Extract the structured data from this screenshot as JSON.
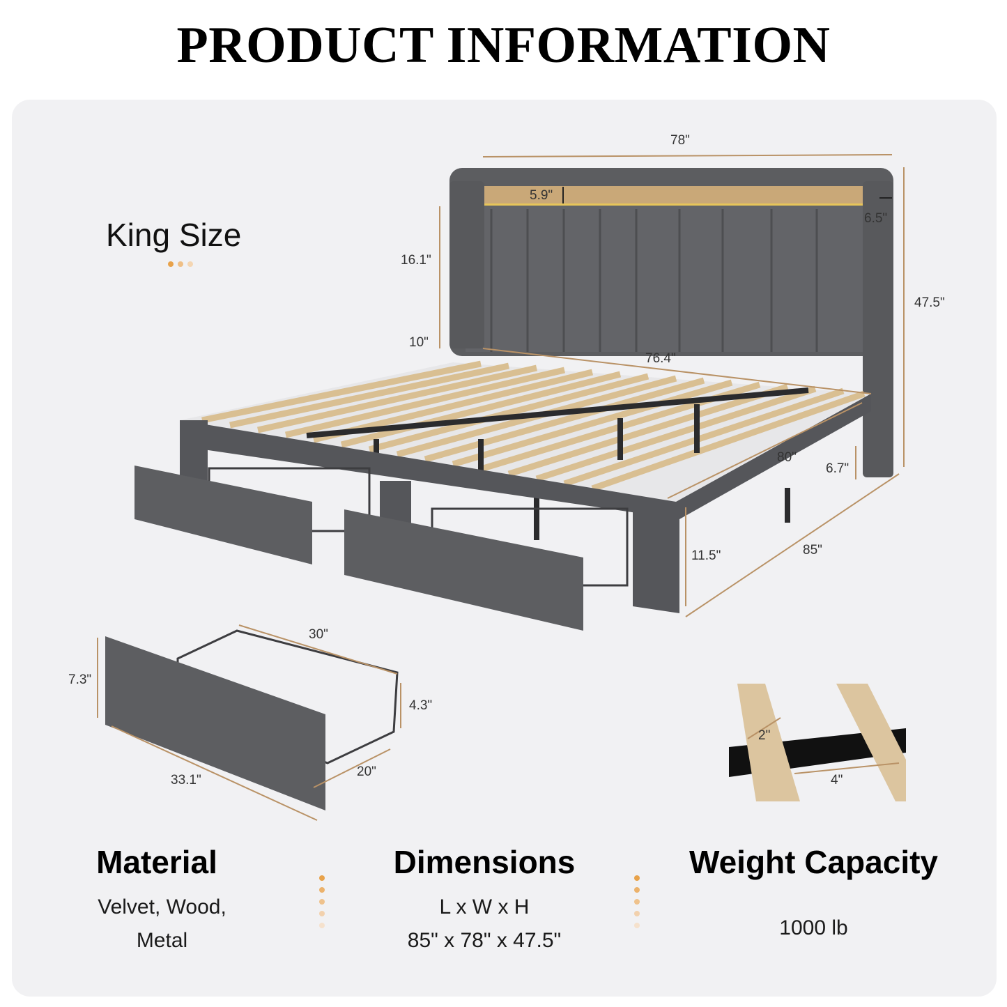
{
  "title": "PRODUCT INFORMATION",
  "size_label": "King Size",
  "colors": {
    "accent": "#e8a24a",
    "fabric": "#5c5d60",
    "wood": "#d9bf92",
    "panel": "#f1f1f3",
    "dimension_line": "#b99266"
  },
  "bed_dimensions": {
    "width": "78\"",
    "shelf_height": "5.9\"",
    "wing_depth": "6.5\"",
    "headboard_panel": "16.1\"",
    "headboard_gap": "10\"",
    "total_height": "47.5\"",
    "inner_width": "76.4\"",
    "inner_length": "80\"",
    "side_clearance": "6.7\"",
    "frame_height": "11.5\"",
    "length": "85\""
  },
  "drawer_dimensions": {
    "length": "30\"",
    "front_height": "7.3\"",
    "basket_height": "4.3\"",
    "front_width": "33.1\"",
    "depth": "20\""
  },
  "slat_dimensions": {
    "slat_width": "2\"",
    "slat_gap": "4\""
  },
  "specs": {
    "material": {
      "heading": "Material",
      "line1": "Velvet, Wood,",
      "line2": "Metal"
    },
    "dimensions": {
      "heading": "Dimensions",
      "line1": "L x W x H",
      "line2": "85\" x 78\" x 47.5\""
    },
    "weight": {
      "heading": "Weight Capacity",
      "line1": "1000 lb"
    }
  }
}
